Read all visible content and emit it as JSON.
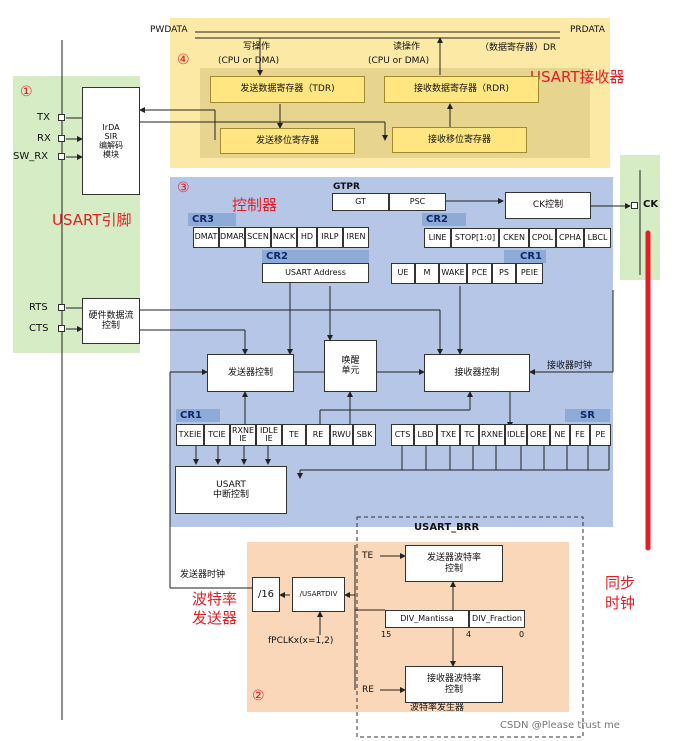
{
  "zones": {
    "pins_num": "①",
    "receiver_num": "④",
    "controller_num": "③",
    "brr_num": "②",
    "receiver_title": "USART接收器",
    "pins_title": "USART引脚",
    "controller_title": "控制器",
    "brr_title": "USART_BRR",
    "brr_label_left": "波特率\n发送器",
    "sync_clock_title": "同步\n时钟",
    "baud_gen_label": "波特率发生器"
  },
  "top": {
    "pwdata": "PWDATA",
    "prdata": "PRDATA",
    "write_op": "写操作",
    "read_op": "读操作",
    "dr_label": "（数据寄存器）DR",
    "cpu_dma_left": "(CPU or DMA)",
    "cpu_dma_right": "(CPU or DMA)",
    "tdr": "发送数据寄存器（TDR)",
    "rdr": "接收数据寄存器（RDR)",
    "tx_shift": "发送移位寄存器",
    "rx_shift": "接收移位寄存器"
  },
  "pins": {
    "tx": "TX",
    "rx": "RX",
    "sw_rx": "SW_RX",
    "rts": "RTS",
    "cts": "CTS",
    "ck": "CK",
    "irda": "IrDA\nSIR\n编解码\n模块",
    "hw_flow": "硬件数据流\n控制"
  },
  "registers": {
    "gtpr": "GTPR",
    "gtpr_cells": [
      "GT",
      "PSC"
    ],
    "ck_ctrl": "CK控制",
    "cr3": "CR3",
    "cr3_cells": [
      "DMAT",
      "DMAR",
      "SCEN",
      "NACK",
      "HD",
      "IRLP",
      "IREN"
    ],
    "cr2_a": "CR2",
    "cr2_a_cells": [
      "LINE",
      "STOP[1:0]",
      "CKEN",
      "CPOL",
      "CPHA",
      "LBCL"
    ],
    "cr2_b": "CR2",
    "usart_address": "USART Address",
    "cr1_a": "CR1",
    "cr1_a_cells": [
      "UE",
      "M",
      "WAKE",
      "PCE",
      "PS",
      "PEIE"
    ],
    "cr1_b": "CR1",
    "cr1_b_cells": [
      "TXEIE",
      "TCIE",
      "RXNE\nIE",
      "IDLE\nIE",
      "TE",
      "RE",
      "RWU",
      "SBK"
    ],
    "sr": "SR",
    "sr_cells": [
      "CTS",
      "LBD",
      "TXE",
      "TC",
      "RXNE",
      "IDLE",
      "ORE",
      "NE",
      "FE",
      "PE"
    ]
  },
  "blocks": {
    "tx_ctrl": "发送器控制",
    "wakeup": "唤醒\n单元",
    "rx_ctrl": "接收器控制",
    "rx_clock": "接收器时钟",
    "irq_ctrl": "USART\n中断控制",
    "tx_clock": "发送器时钟",
    "div16": "/16",
    "usartdiv": "/USARTDIV",
    "pclk": "fPCLKx(x=1,2)",
    "te": "TE",
    "re": "RE",
    "tx_baud": "发送器波特率\n控制",
    "rx_baud": "接收器波特率\n控制",
    "div_mantissa": "DIV_Mantissa",
    "div_fraction": "DIV_Fraction",
    "bit15": "15",
    "bit4": "4",
    "bit0": "0"
  },
  "watermark": "CSDN @Please trust me",
  "colors": {
    "green_zone": "#d6ecc4",
    "yellow_zone": "#fde9a6",
    "blue_zone": "#b6c6e6",
    "peach_zone": "#f9d7b8",
    "red_accent": "#e41e26"
  }
}
